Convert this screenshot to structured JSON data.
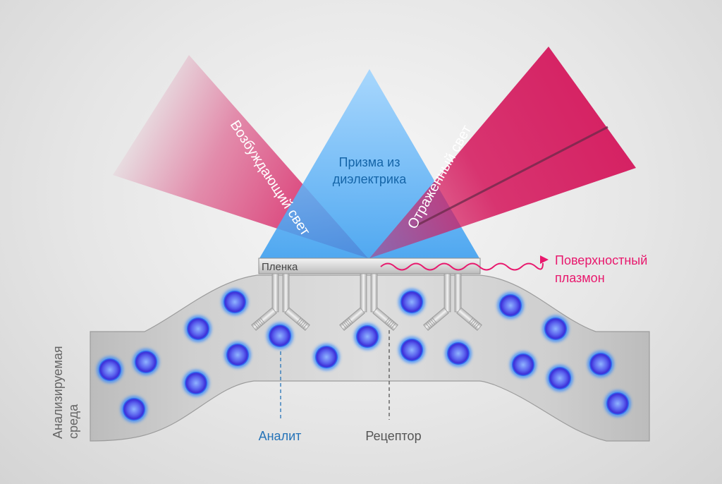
{
  "labels": {
    "excitation_light": "Возбуждающий свет",
    "prism_line1": "Призма из",
    "prism_line2": "диэлектрика",
    "reflected_light": "Отраженный свет",
    "film": "Пленка",
    "plasmon_line1": "Поверхностный",
    "plasmon_line2": "плазмон",
    "medium_line1": "Анализируемая",
    "medium_line2": "среда",
    "analyte": "Аналит",
    "receptor": "Рецептор"
  },
  "colors": {
    "beam": "#d4145a",
    "prism": "#3fa4ee",
    "prism_text": "#1565a8",
    "plasmon": "#e8186d",
    "particle_core": "#7fa8ff",
    "particle_edge": "#3a2fd6",
    "analyte_text": "#2573b8",
    "text_dark": "#555555",
    "medium_text": "#666666"
  }
}
